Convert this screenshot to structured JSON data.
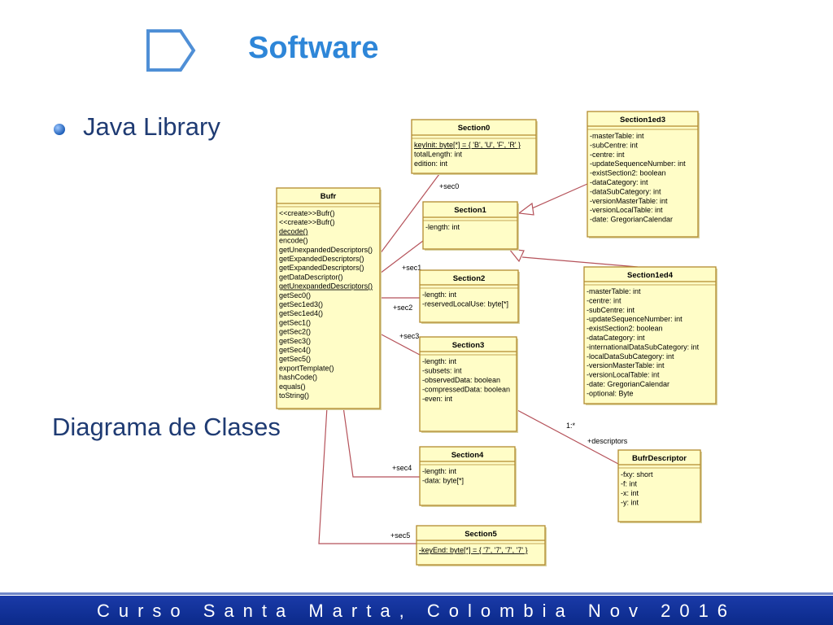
{
  "slide": {
    "title": "Software",
    "bullet": "Java Library",
    "caption": "Diagrama de Clases",
    "footer": "Curso Santa Marta, Colombia Nov 2016"
  },
  "colors": {
    "title": "#2e86d8",
    "class_fill": "#fffdc7",
    "class_border": "#b28a2e",
    "footer": "#1a3aa8"
  },
  "classes": [
    {
      "name": "Bufr",
      "lines": [
        "<<create>>Bufr()",
        "<<create>>Bufr()",
        "decode()",
        "encode()",
        "getUnexpandedDescriptors()",
        "getExpandedDescriptors()",
        "getExpandedDescriptors()",
        "getDataDescriptor()",
        "getUnexpandedDescriptors()",
        "getSec0()",
        "getSec1ed3()",
        "getSec1ed4()",
        "getSec1()",
        "getSec2()",
        "getSec3()",
        "getSec4()",
        "getSec5()",
        "exportTemplate()",
        "hashCode()",
        "equals()",
        "toString()"
      ]
    },
    {
      "name": "Section0",
      "lines": [
        "keyInit: byte[*] = { 'B', 'U', 'F', 'R' }",
        "totalLength: int",
        "edition: int"
      ]
    },
    {
      "name": "Section1",
      "lines": [
        "-length: int"
      ]
    },
    {
      "name": "Section1ed3",
      "lines": [
        "-masterTable: int",
        "-subCentre: int",
        "-centre: int",
        "-updateSequenceNumber: int",
        "-existSection2: boolean",
        "-dataCategory: int",
        "-dataSubCategory: int",
        "-versionMasterTable: int",
        "-versionLocalTable: int",
        "-date: GregorianCalendar"
      ]
    },
    {
      "name": "Section1ed4",
      "lines": [
        "-masterTable: int",
        "-centre: int",
        "-subCentre: int",
        "-updateSequenceNumber: int",
        "-existSection2: boolean",
        "-dataCategory: int",
        "-internationalDataSubCategory: int",
        "-localDataSubCategory: int",
        "-versionMasterTable: int",
        "-versionLocalTable: int",
        "-date: GregorianCalendar",
        "-optional: Byte"
      ]
    },
    {
      "name": "Section2",
      "lines": [
        "-length: int",
        "-reservedLocalUse: byte[*]"
      ]
    },
    {
      "name": "Section3",
      "lines": [
        "-length: int",
        "-subsets: int",
        "-observedData: boolean",
        "-compressedData: boolean",
        "-even: int"
      ]
    },
    {
      "name": "Section4",
      "lines": [
        "-length: int",
        "-data: byte[*]"
      ]
    },
    {
      "name": "Section5",
      "lines": [
        "-keyEnd: byte[*] = { '7', '7', '7', '7' }"
      ]
    },
    {
      "name": "BufrDescriptor",
      "lines": [
        "-fxy: short",
        "-f: int",
        "-x: int",
        "-y: int"
      ]
    }
  ],
  "associations": [
    {
      "label": "+sec0"
    },
    {
      "label": "+sec1"
    },
    {
      "label": "+sec2"
    },
    {
      "label": "+sec3"
    },
    {
      "label": "+sec4"
    },
    {
      "label": "+sec5"
    },
    {
      "label": "1:*"
    },
    {
      "label": "+descriptors"
    }
  ]
}
